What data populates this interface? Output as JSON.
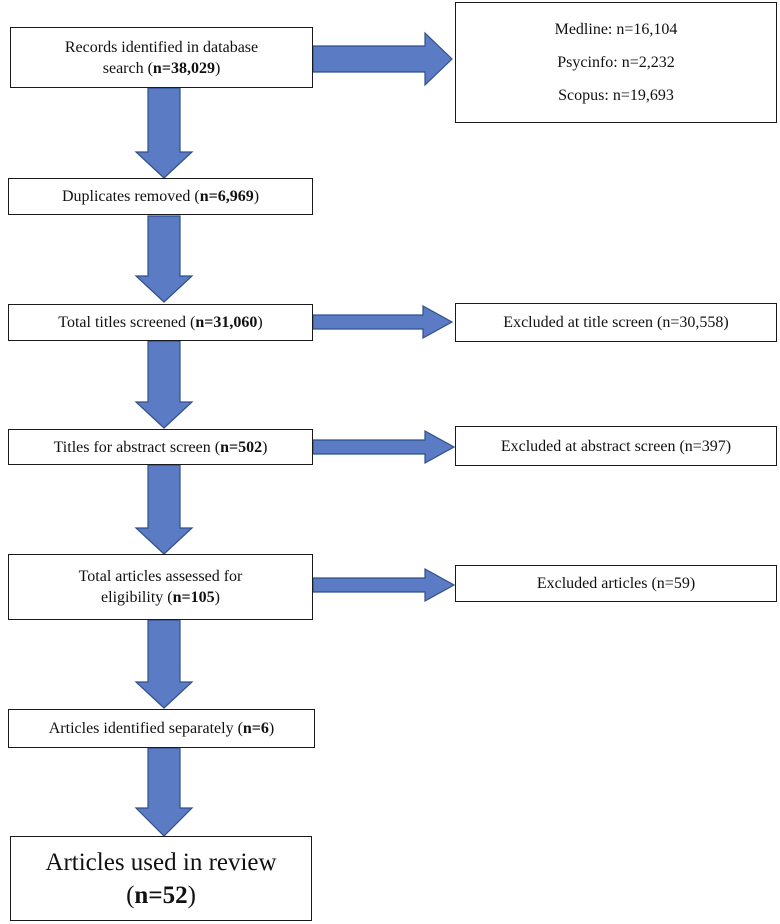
{
  "nodes": {
    "records": {
      "line1": "Records identified in database",
      "line2_prefix": "search (",
      "line2_bold": "n=38,029",
      "line2_suffix": ")"
    },
    "sources": {
      "medline": "Medline: n=16,104",
      "psycinfo": "Psycinfo: n=2,232",
      "scopus": "Scopus: n=19,693"
    },
    "duplicates": {
      "prefix": "Duplicates removed (",
      "bold": "n=6,969",
      "suffix": ")"
    },
    "titles_screened": {
      "prefix": "Total titles screened (",
      "bold": "n=31,060",
      "suffix": ")"
    },
    "excluded_title": {
      "text": "Excluded at title screen (n=30,558)"
    },
    "abstract_screen": {
      "prefix": "Titles for abstract screen (",
      "bold": "n=502",
      "suffix": ")"
    },
    "excluded_abstract": {
      "text": "Excluded at abstract screen (n=397)"
    },
    "eligibility": {
      "line1": "Total articles assessed for",
      "line2_prefix": "eligibility (",
      "line2_bold": "n=105",
      "line2_suffix": ")"
    },
    "excluded_articles": {
      "text": "Excluded articles (n=59)"
    },
    "separately": {
      "prefix": "Articles identified separately (",
      "bold": "n=6",
      "suffix": ")"
    },
    "final": {
      "line1": "Articles used in review",
      "line2_prefix": "(",
      "line2_bold": "n=52",
      "line2_suffix": ")"
    }
  },
  "colors": {
    "arrow_fill": "#5b7cc4",
    "arrow_stroke": "#2f4f8a",
    "border": "#1a1a1a"
  }
}
